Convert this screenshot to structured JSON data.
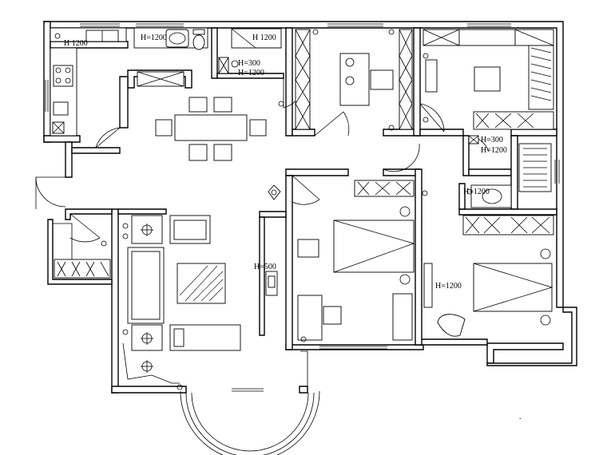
{
  "plan": {
    "height_labels": [
      {
        "id": "kitchen-counter",
        "text": "H 1200"
      },
      {
        "id": "bath1-basin",
        "text": "H=1200"
      },
      {
        "id": "bath1-shelf",
        "text": "H 1200"
      },
      {
        "id": "niche-upper",
        "text": "H=300"
      },
      {
        "id": "niche-lower",
        "text": "H=1200"
      },
      {
        "id": "bath2-niche",
        "text": "H=300"
      },
      {
        "id": "bath2-shelf",
        "text": "H=1200"
      },
      {
        "id": "bath2-basin",
        "text": "H=1200"
      },
      {
        "id": "tv-cabinet",
        "text": "H=500"
      },
      {
        "id": "master-cabinet",
        "text": "H=1200"
      }
    ]
  }
}
